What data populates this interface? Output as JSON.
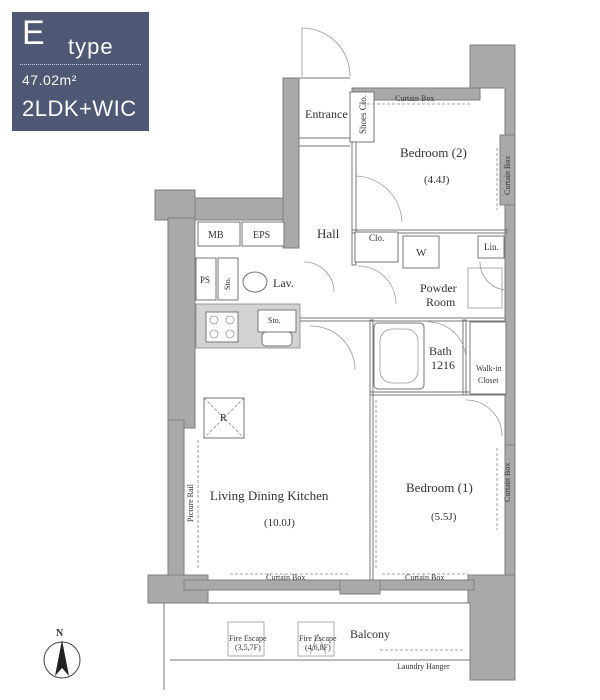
{
  "badge": {
    "letter": "E",
    "type_word": "type",
    "area": "47.02m²",
    "layout": "2LDK+WIC"
  },
  "rooms": {
    "entrance": "Entrance",
    "shoes_closet": "Shoes Clo.",
    "bedroom2_name": "Bedroom (2)",
    "bedroom2_size": "(4.4J)",
    "hall": "Hall",
    "mb": "MB",
    "eps": "EPS",
    "closet": "Clo.",
    "washer": "W",
    "linen": "Lin.",
    "ps": "PS",
    "storage_small": "Sto.",
    "lavatory": "Lav.",
    "powder_room_line1": "Powder",
    "powder_room_line2": "Room",
    "storage_kitchen": "Sto.",
    "bath_line1": "Bath",
    "bath_line2": "1216",
    "walkin_line1": "Walk-in",
    "walkin_line2": "Closet",
    "refrigerator": "R",
    "ldk_name": "Living Dining Kitchen",
    "ldk_size": "(10.0J)",
    "bedroom1_name": "Bedroom (1)",
    "bedroom1_size": "(5.5J)",
    "picture_rail": "Picture Rail",
    "balcony": "Balcony",
    "laundry_hanger": "Laundry Hanger"
  },
  "curtain_boxes": {
    "top": "Curtain Box",
    "right_upper": "Curtain Box",
    "right_lower": "Curtain Box",
    "bottom_left": "Curtain Box",
    "bottom_right": "Curtain Box"
  },
  "fire_escapes": {
    "left_title": "Fire Escape",
    "left_floors": "(3,5,7F)",
    "right_title": "Fire Escape",
    "right_floors": "(4,6,8F)"
  },
  "compass": {
    "label": "N"
  }
}
